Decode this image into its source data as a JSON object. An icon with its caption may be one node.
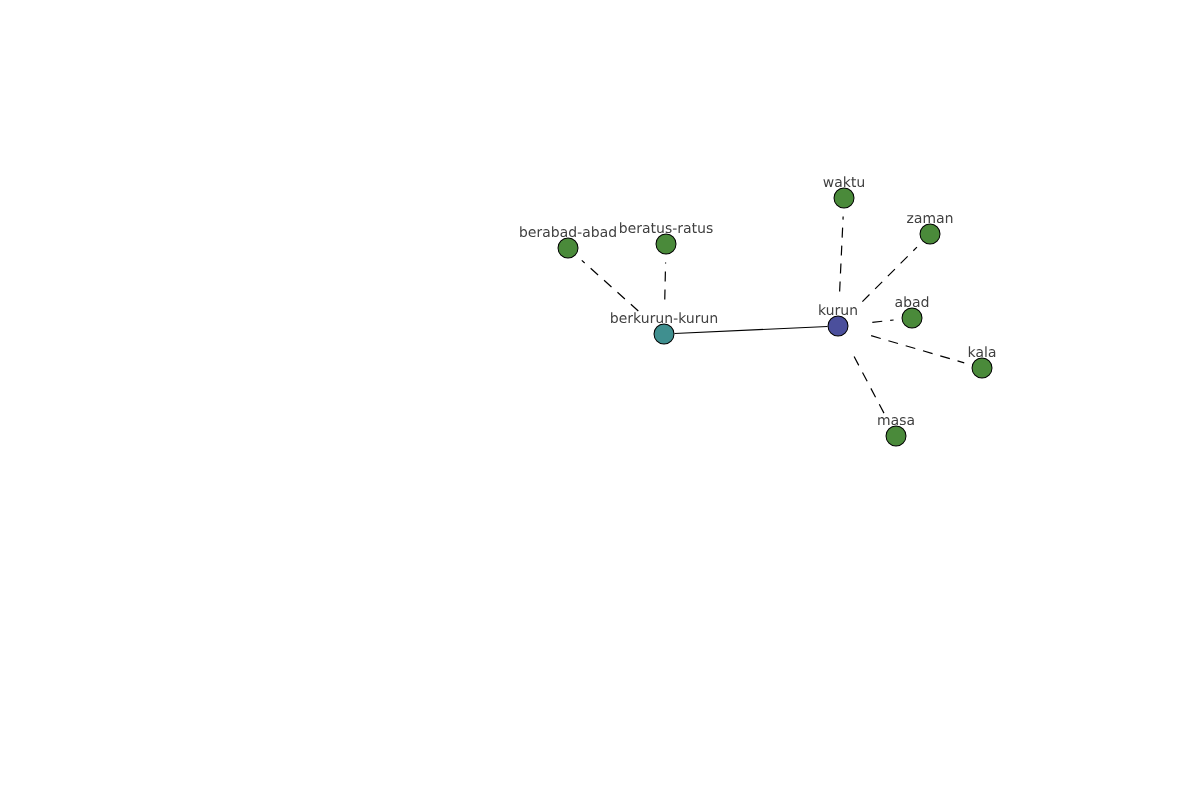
{
  "diagram": {
    "nodes": [
      {
        "text": [
          "kurun"
        ]
      },
      {
        "text": [
          "berkurun-kurun"
        ]
      },
      {
        "text": [
          "berabad-abad"
        ]
      },
      {
        "text": [
          "beratus-ratus"
        ]
      },
      {
        "text": [
          "waktu"
        ]
      },
      {
        "text": [
          "zaman"
        ]
      },
      {
        "text": [
          "abad"
        ]
      },
      {
        "text": [
          "kala"
        ]
      },
      {
        "text": [
          "masa"
        ]
      }
    ],
    "edges": [
      {
        "from": 1,
        "to": 0,
        "arrow": "none"
      },
      {
        "from": 1,
        "to": 2,
        "arrow": "none",
        "style": "dashed"
      },
      {
        "from": 1,
        "to": 3,
        "arrow": "none",
        "style": "dashed"
      },
      {
        "from": 0,
        "to": 4,
        "arrow": "none",
        "style": "dashed"
      },
      {
        "from": 0,
        "to": 5,
        "arrow": "none",
        "style": "dashed"
      },
      {
        "from": 0,
        "to": 6,
        "arrow": "none",
        "style": "dashed"
      },
      {
        "from": 0,
        "to": 7,
        "arrow": "none",
        "style": "dashed"
      },
      {
        "from": 0,
        "to": 8,
        "arrow": "none",
        "style": "dashed"
      }
    ]
  }
}
